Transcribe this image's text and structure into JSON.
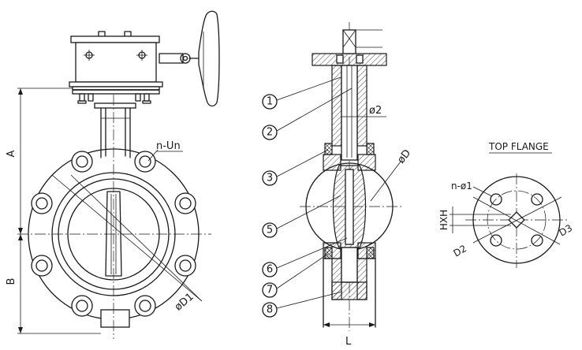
{
  "labels": {
    "dim_A": "A",
    "dim_B": "B",
    "n_un": "n-Un",
    "phi_d1": "øD1",
    "phi_2": "ø2",
    "phi_d": "øD",
    "dim_L": "L",
    "top_flange": "TOP FLANGE",
    "n_phi1": "n-ø1",
    "hxh": "HXH",
    "d2": "D2",
    "d3": "D3"
  },
  "parts": [
    "1",
    "2",
    "3",
    "5",
    "6",
    "7",
    "8"
  ]
}
